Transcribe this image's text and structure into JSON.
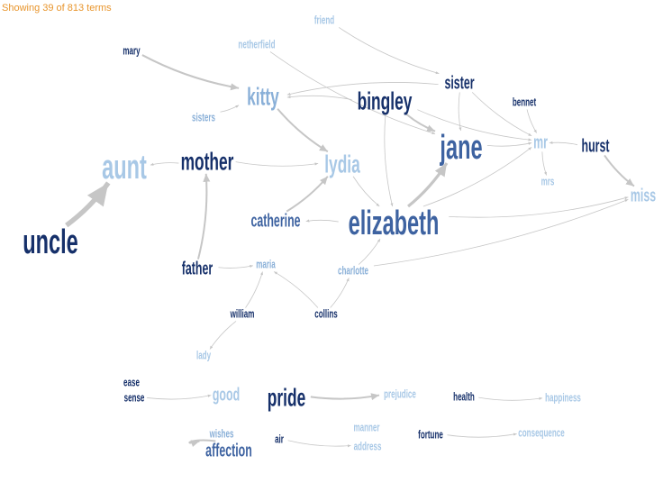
{
  "status": "Showing 39 of 813 terms",
  "palette": {
    "dark": "#16306a",
    "mid": "#3e63a1",
    "light": "#8ab0d8",
    "pale": "#a8c8e6",
    "edge": "#c6c6c6",
    "status": "#e8952c"
  },
  "terms": [
    {
      "id": "friend",
      "label": "friend",
      "tone": "pale",
      "weight": 1
    },
    {
      "id": "netherfield",
      "label": "netherfield",
      "tone": "pale",
      "weight": 1
    },
    {
      "id": "mary",
      "label": "mary",
      "tone": "dark",
      "weight": 1
    },
    {
      "id": "kitty",
      "label": "kitty",
      "tone": "light",
      "weight": 3
    },
    {
      "id": "bingley",
      "label": "bingley",
      "tone": "dark",
      "weight": 3
    },
    {
      "id": "sister",
      "label": "sister",
      "tone": "dark",
      "weight": 2
    },
    {
      "id": "bennet",
      "label": "bennet",
      "tone": "dark",
      "weight": 1
    },
    {
      "id": "sisters",
      "label": "sisters",
      "tone": "light",
      "weight": 1
    },
    {
      "id": "jane",
      "label": "jane",
      "tone": "mid",
      "weight": 4
    },
    {
      "id": "mr",
      "label": "mr",
      "tone": "pale",
      "weight": 2
    },
    {
      "id": "hurst",
      "label": "hurst",
      "tone": "dark",
      "weight": 2
    },
    {
      "id": "aunt",
      "label": "aunt",
      "tone": "pale",
      "weight": 4
    },
    {
      "id": "mother",
      "label": "mother",
      "tone": "dark",
      "weight": 3
    },
    {
      "id": "lydia",
      "label": "lydia",
      "tone": "pale",
      "weight": 3
    },
    {
      "id": "mrs",
      "label": "mrs",
      "tone": "pale",
      "weight": 1
    },
    {
      "id": "miss",
      "label": "miss",
      "tone": "pale",
      "weight": 2
    },
    {
      "id": "catherine",
      "label": "catherine",
      "tone": "mid",
      "weight": 2
    },
    {
      "id": "elizabeth",
      "label": "elizabeth",
      "tone": "mid",
      "weight": 4
    },
    {
      "id": "uncle",
      "label": "uncle",
      "tone": "dark",
      "weight": 4
    },
    {
      "id": "father",
      "label": "father",
      "tone": "dark",
      "weight": 2
    },
    {
      "id": "maria",
      "label": "maria",
      "tone": "light",
      "weight": 1
    },
    {
      "id": "charlotte",
      "label": "charlotte",
      "tone": "light",
      "weight": 1
    },
    {
      "id": "william",
      "label": "william",
      "tone": "dark",
      "weight": 1
    },
    {
      "id": "collins",
      "label": "collins",
      "tone": "dark",
      "weight": 1
    },
    {
      "id": "lady",
      "label": "lady",
      "tone": "pale",
      "weight": 1
    },
    {
      "id": "ease",
      "label": "ease",
      "tone": "dark",
      "weight": 1
    },
    {
      "id": "sense",
      "label": "sense",
      "tone": "dark",
      "weight": 1
    },
    {
      "id": "good",
      "label": "good",
      "tone": "pale",
      "weight": 2
    },
    {
      "id": "pride",
      "label": "pride",
      "tone": "dark",
      "weight": 3
    },
    {
      "id": "prejudice",
      "label": "prejudice",
      "tone": "pale",
      "weight": 1
    },
    {
      "id": "health",
      "label": "health",
      "tone": "dark",
      "weight": 1
    },
    {
      "id": "happiness",
      "label": "happiness",
      "tone": "pale",
      "weight": 1
    },
    {
      "id": "wishes",
      "label": "wishes",
      "tone": "light",
      "weight": 1
    },
    {
      "id": "affection",
      "label": "affection",
      "tone": "mid",
      "weight": 2
    },
    {
      "id": "air",
      "label": "air",
      "tone": "dark",
      "weight": 1
    },
    {
      "id": "manner",
      "label": "manner",
      "tone": "pale",
      "weight": 1
    },
    {
      "id": "address",
      "label": "address",
      "tone": "pale",
      "weight": 1
    },
    {
      "id": "fortune",
      "label": "fortune",
      "tone": "dark",
      "weight": 1
    },
    {
      "id": "consequence",
      "label": "consequence",
      "tone": "pale",
      "weight": 1
    }
  ],
  "links": [
    {
      "from": "uncle",
      "to": "aunt",
      "weight": 4
    },
    {
      "from": "mother",
      "to": "aunt",
      "weight": 1
    },
    {
      "from": "mary",
      "to": "kitty",
      "weight": 2
    },
    {
      "from": "sisters",
      "to": "kitty",
      "weight": 1
    },
    {
      "from": "father",
      "to": "mother",
      "weight": 2
    },
    {
      "from": "father",
      "to": "maria",
      "weight": 1
    },
    {
      "from": "kitty",
      "to": "lydia",
      "weight": 2
    },
    {
      "from": "mother",
      "to": "lydia",
      "weight": 1
    },
    {
      "from": "bingley",
      "to": "kitty",
      "weight": 1
    },
    {
      "from": "sister",
      "to": "kitty",
      "weight": 1
    },
    {
      "from": "bingley",
      "to": "jane",
      "weight": 2
    },
    {
      "from": "sister",
      "to": "jane",
      "weight": 1
    },
    {
      "from": "bennet",
      "to": "mr",
      "weight": 1
    },
    {
      "from": "hurst",
      "to": "mr",
      "weight": 1
    },
    {
      "from": "hurst",
      "to": "miss",
      "weight": 2
    },
    {
      "from": "mr",
      "to": "mrs",
      "weight": 1
    },
    {
      "from": "elizabeth",
      "to": "jane",
      "weight": 3
    },
    {
      "from": "elizabeth",
      "to": "catherine",
      "weight": 1
    },
    {
      "from": "catherine",
      "to": "lydia",
      "weight": 2
    },
    {
      "from": "lydia",
      "to": "elizabeth",
      "weight": 1
    },
    {
      "from": "elizabeth",
      "to": "miss",
      "weight": 1
    },
    {
      "from": "elizabeth",
      "to": "mr",
      "weight": 1
    },
    {
      "from": "jane",
      "to": "mr",
      "weight": 1
    },
    {
      "from": "bingley",
      "to": "elizabeth",
      "weight": 1
    },
    {
      "from": "friend",
      "to": "sister",
      "weight": 1
    },
    {
      "from": "netherfield",
      "to": "jane",
      "weight": 1
    },
    {
      "from": "bingley",
      "to": "mr",
      "weight": 1
    },
    {
      "from": "sister",
      "to": "mr",
      "weight": 1
    },
    {
      "from": "charlotte",
      "to": "miss",
      "weight": 1
    },
    {
      "from": "charlotte",
      "to": "elizabeth",
      "weight": 1
    },
    {
      "from": "collins",
      "to": "maria",
      "weight": 1
    },
    {
      "from": "collins",
      "to": "charlotte",
      "weight": 1
    },
    {
      "from": "william",
      "to": "maria",
      "weight": 1
    },
    {
      "from": "william",
      "to": "lady",
      "weight": 1
    },
    {
      "from": "sense",
      "to": "good",
      "weight": 1
    },
    {
      "from": "pride",
      "to": "prejudice",
      "weight": 2
    },
    {
      "from": "health",
      "to": "happiness",
      "weight": 1
    },
    {
      "from": "air",
      "to": "address",
      "weight": 1
    },
    {
      "from": "fortune",
      "to": "consequence",
      "weight": 1
    },
    {
      "from": "wishes",
      "to": "affection",
      "weight": 2
    }
  ]
}
